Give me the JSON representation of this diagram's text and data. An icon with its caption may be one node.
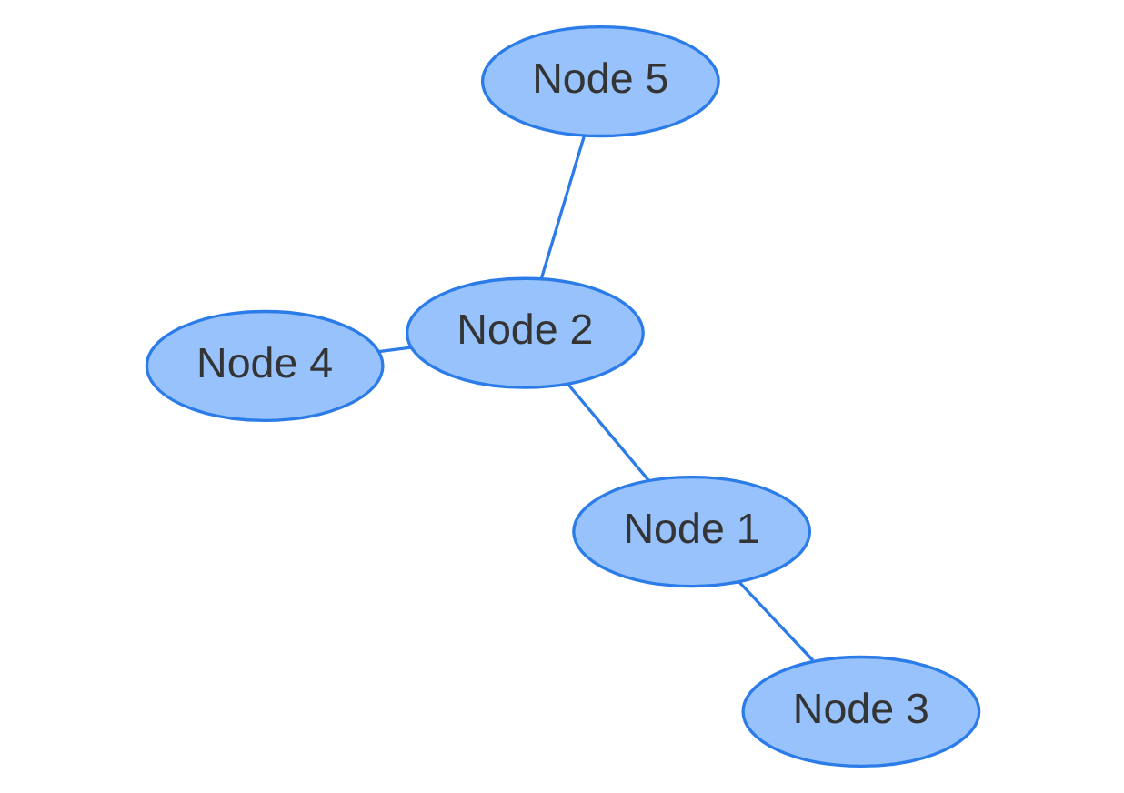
{
  "diagram": {
    "nodes": [
      {
        "text": [
          "Node 4"
        ]
      },
      {
        "text": [
          "Node 3"
        ]
      },
      {
        "text": [
          "Node 1"
        ]
      },
      {
        "text": [
          "Node 2"
        ]
      },
      {
        "text": [
          "Node 5"
        ]
      }
    ],
    "edges": [
      {
        "from": 2,
        "to": 1,
        "arrow": "none"
      },
      {
        "from": 2,
        "to": 3,
        "arrow": "none"
      },
      {
        "from": 3,
        "to": 0,
        "arrow": "none"
      },
      {
        "from": 3,
        "to": 4,
        "arrow": "none"
      }
    ]
  }
}
